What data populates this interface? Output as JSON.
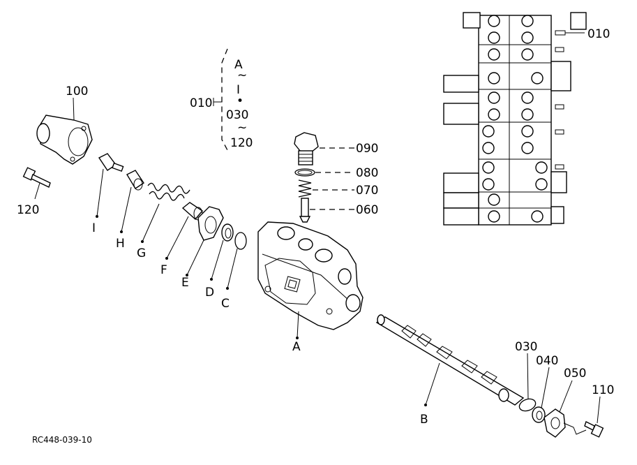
{
  "labels": {
    "p100": "100",
    "p120": "120",
    "pI": "I",
    "pH": "H",
    "pG": "G",
    "pF": "F",
    "pE": "E",
    "pD": "D",
    "pC": "C",
    "pA": "A",
    "pB": "B",
    "p090": "090",
    "p080": "080",
    "p070": "070",
    "p060": "060",
    "p030": "030",
    "p040": "040",
    "p050": "050",
    "p110": "110",
    "p010_inset": "010"
  },
  "range_bracket": {
    "ref": "010",
    "from": "A",
    "sep1": "~",
    "to1": "I",
    "dot": "•",
    "from2": "030",
    "sep2": "~",
    "to2": "120"
  },
  "drawing_id": "RC448-039-10"
}
